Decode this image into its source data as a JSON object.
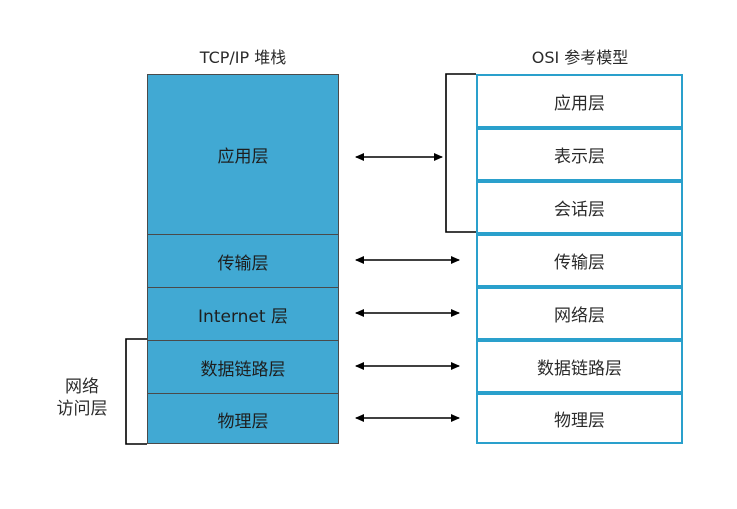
{
  "titles": {
    "tcp_ip": "TCP/IP 堆栈",
    "osi": "OSI 参考模型"
  },
  "tcp_layers": [
    "应用层",
    "传输层",
    "Internet 层",
    "数据链路层",
    "物理层"
  ],
  "osi_layers": [
    "应用层",
    "表示层",
    "会话层",
    "传输层",
    "网络层",
    "数据链路层",
    "物理层"
  ],
  "network_access_label": "网络\n访问层",
  "colors": {
    "tcp_fill": "#41a9d3",
    "osi_border": "#2aa0cc"
  }
}
